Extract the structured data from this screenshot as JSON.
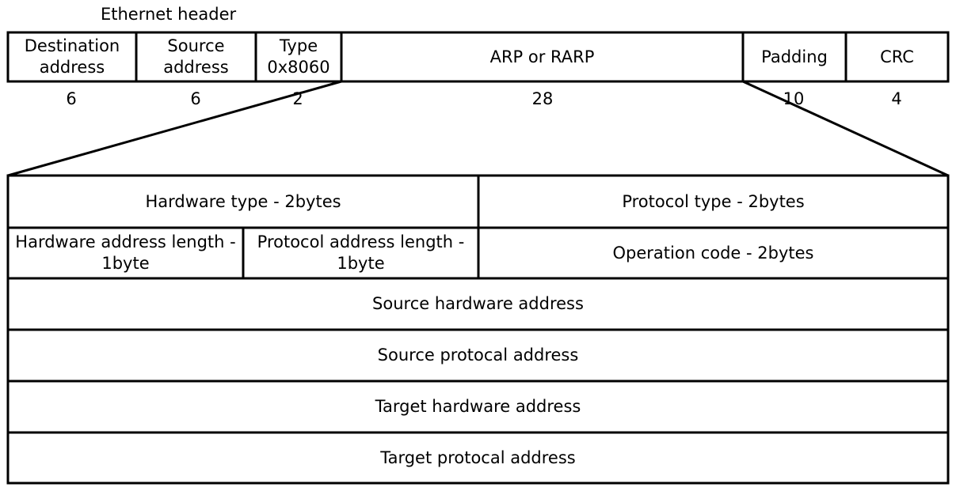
{
  "ethernet": {
    "header_label": "Ethernet header",
    "fields": [
      {
        "label": "Destination address",
        "size": "6"
      },
      {
        "label": "Source address",
        "size": "6"
      },
      {
        "label": "Type 0x8060",
        "size": "2"
      },
      {
        "label": "ARP or RARP",
        "size": "28"
      },
      {
        "label": "Padding",
        "size": "10"
      },
      {
        "label": "CRC",
        "size": "4"
      }
    ]
  },
  "arp_packet": {
    "hardware_type": "Hardware type - 2bytes",
    "protocol_type": "Protocol type - 2bytes",
    "hardware_address_length": "Hardware address length - 1byte",
    "protocol_address_length": "Protocol address length - 1byte",
    "operation_code": "Operation code - 2bytes",
    "source_hardware_address": "Source hardware address",
    "source_protocol_address": "Source protocal address",
    "target_hardware_address": "Target hardware address",
    "target_protocol_address": "Target protocal address"
  }
}
